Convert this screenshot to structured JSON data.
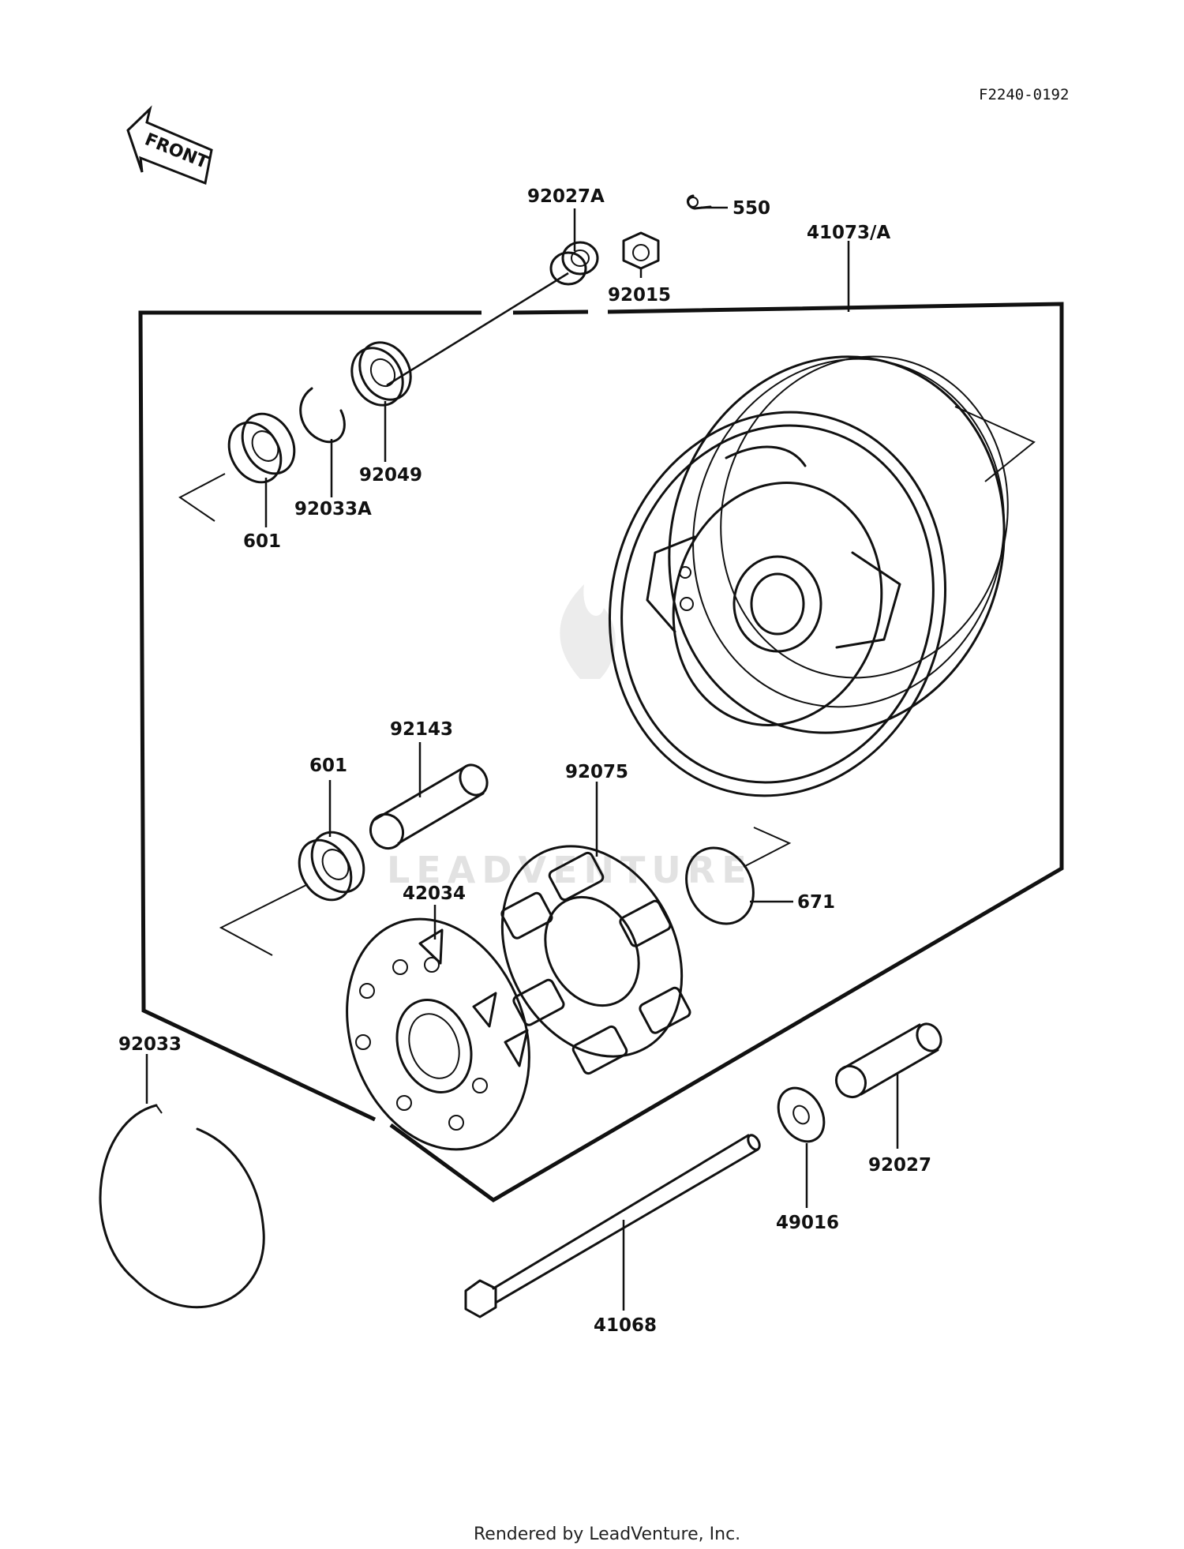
{
  "diagram_code": "F2240-0192",
  "front_label": "FRONT",
  "watermark": "LEADVENTURE",
  "footer": "Rendered by LeadVenture, Inc.",
  "parts": [
    {
      "id": "p_92027A",
      "label": "92027A"
    },
    {
      "id": "p_550",
      "label": "550"
    },
    {
      "id": "p_92015",
      "label": "92015"
    },
    {
      "id": "p_41073A",
      "label": "41073/A"
    },
    {
      "id": "p_92049",
      "label": "92049"
    },
    {
      "id": "p_92033A",
      "label": "92033A"
    },
    {
      "id": "p_601_top",
      "label": "601"
    },
    {
      "id": "p_92143",
      "label": "92143"
    },
    {
      "id": "p_601_bottom",
      "label": "601"
    },
    {
      "id": "p_92075",
      "label": "92075"
    },
    {
      "id": "p_42034",
      "label": "42034"
    },
    {
      "id": "p_671",
      "label": "671"
    },
    {
      "id": "p_92033",
      "label": "92033"
    },
    {
      "id": "p_49016",
      "label": "49016"
    },
    {
      "id": "p_92027",
      "label": "92027"
    },
    {
      "id": "p_41068",
      "label": "41068"
    }
  ]
}
